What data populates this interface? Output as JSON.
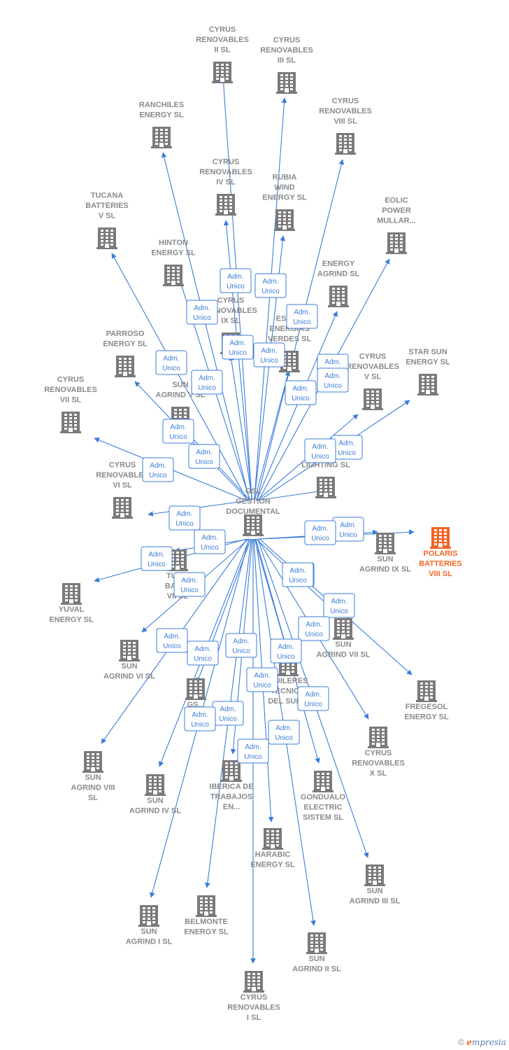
{
  "colors": {
    "edge": "#3b7dd8",
    "node": "#7a7a7a",
    "highlight": "#f26522",
    "label": "#8a8a8a"
  },
  "center": {
    "label": [
      "GSL",
      "GESTION",
      "DOCUMENTAL"
    ]
  },
  "nodes": [
    {
      "label": [
        "CYRUS",
        "RENOVABLES",
        "II  SL"
      ]
    },
    {
      "label": [
        "CYRUS",
        "RENOVABLES",
        "III  SL"
      ]
    },
    {
      "label": [
        "RANCHILES",
        "ENERGY  SL"
      ]
    },
    {
      "label": [
        "CYRUS",
        "RENOVABLES",
        "VIII  SL"
      ]
    },
    {
      "label": [
        "CYRUS",
        "RENOVABLES",
        "IV  SL"
      ]
    },
    {
      "label": [
        "RUBIA",
        "WIND",
        "ENERGY  SL"
      ]
    },
    {
      "label": [
        "TUCANA",
        "BATTERIES",
        "V  SL"
      ]
    },
    {
      "label": [
        "EOLIC",
        "POWER",
        "MULLAR..."
      ]
    },
    {
      "label": [
        "HINTON",
        "ENERGY  SL"
      ]
    },
    {
      "label": [
        "ENERGY",
        "AGRIND  SL"
      ]
    },
    {
      "label": [
        "CYRUS",
        "RENOVABLES",
        "IX  SL"
      ]
    },
    {
      "label": [
        "ESTR...",
        "ENERGIAS",
        "VERDES  SL"
      ]
    },
    {
      "label": [
        "PARROSO",
        "ENERGY  SL"
      ]
    },
    {
      "label": [
        "CYRUS",
        "RENOVABLES",
        "V  SL"
      ]
    },
    {
      "label": [
        "STAR SUN",
        "ENERGY  SL"
      ]
    },
    {
      "label": [
        "SUN",
        "AGRIND V  SL"
      ]
    },
    {
      "label": [
        "CYRUS",
        "RENOVABLES",
        "VII  SL"
      ]
    },
    {
      "label": [
        "LIGHTING SL"
      ]
    },
    {
      "label": [
        "CYRUS",
        "RENOVABLES",
        "VI  SL"
      ]
    },
    {
      "label": [
        "POLARIS",
        "BATTERIES",
        "VIII  SL"
      ],
      "highlight": true
    },
    {
      "label": [
        "SUN",
        "AGRIND IX  SL"
      ]
    },
    {
      "label": [
        "TUC...",
        "BATT...",
        "VII  SL"
      ]
    },
    {
      "label": [
        "YUVAL",
        "ENERGY  SL"
      ]
    },
    {
      "label": [
        "SUN",
        "AGRIND VII  SL"
      ]
    },
    {
      "label": [
        "SUN",
        "AGRIND VI  SL"
      ]
    },
    {
      "label": [
        "FREGESOL",
        "ENERGY  SL"
      ]
    },
    {
      "label": [
        "GS...",
        "EST..."
      ]
    },
    {
      "label": [
        "...UILERES",
        "TECNIC...",
        "DEL SUR..."
      ]
    },
    {
      "label": [
        "CYRUS",
        "RENOVABLES",
        "X  SL"
      ]
    },
    {
      "label": [
        "SUN",
        "AGRIND VIII",
        "SL"
      ]
    },
    {
      "label": [
        "SUN",
        "AGRIND IV  SL"
      ]
    },
    {
      "label": [
        "IBERICA DE",
        "TRABAJOS",
        "EN..."
      ]
    },
    {
      "label": [
        "GONDUALO",
        "ELECTRIC",
        "SISTEM  SL"
      ]
    },
    {
      "label": [
        "HARABIC",
        "ENERGY  SL"
      ]
    },
    {
      "label": [
        "SUN",
        "AGRIND III  SL"
      ]
    },
    {
      "label": [
        "SUN",
        "AGRIND I  SL"
      ]
    },
    {
      "label": [
        "BELMONTE",
        "ENERGY  SL"
      ]
    },
    {
      "label": [
        "SUN",
        "AGRIND II  SL"
      ]
    },
    {
      "label": [
        "CYRUS",
        "RENOVABLES",
        "I  SL"
      ]
    }
  ],
  "edge_label": [
    "Adm.",
    "Unico"
  ],
  "footer": {
    "copyright": "©",
    "brand_initial": "e",
    "brand_rest": "mpresia"
  }
}
